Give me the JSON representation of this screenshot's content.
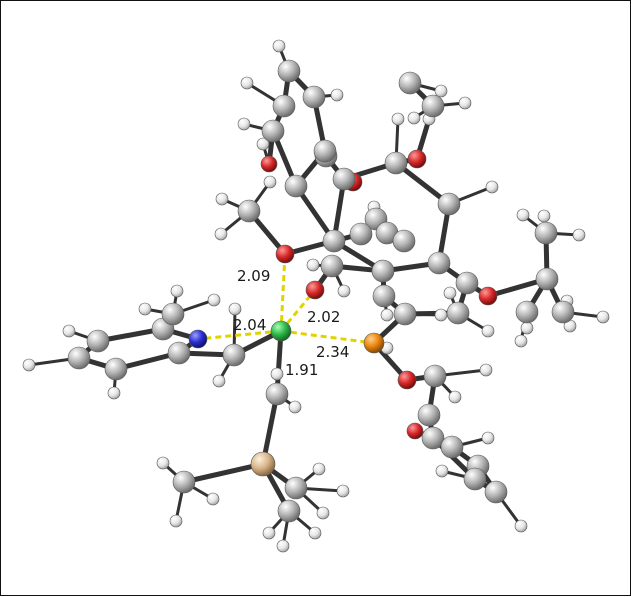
{
  "labels": {
    "d1": "2.09",
    "d2": "2.04",
    "d3": "2.02",
    "d4": "2.34",
    "d5": "1.91"
  },
  "colors": {
    "carbon": "#b4b4b4",
    "hydrogen": "#e6e6e6",
    "oxygen": "#d62828",
    "nitrogen": "#2a2fd0",
    "phosphorus": "#e8840e",
    "silicon": "#d9b48a",
    "metal": "#2fb84a",
    "bond": "#333333",
    "contact": "#e0d400"
  }
}
